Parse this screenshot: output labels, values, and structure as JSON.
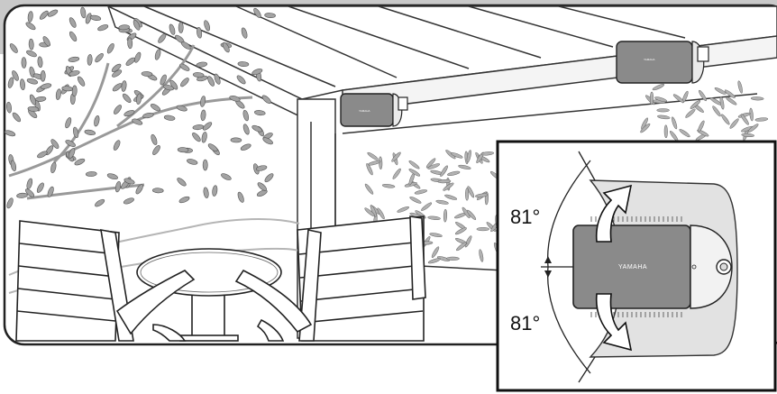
{
  "illustration": {
    "subject": "outdoor-patio-speaker-installation",
    "inset": {
      "upper_angle": "81°",
      "lower_angle": "81°",
      "speaker_brand": "YAMAHA"
    },
    "colors": {
      "frame_gray": "#c8c8c8",
      "line": "#222222",
      "speaker_body": "#8a8a8a",
      "bracket": "#e6e6e6",
      "foliage": "#9c9c9c"
    }
  }
}
